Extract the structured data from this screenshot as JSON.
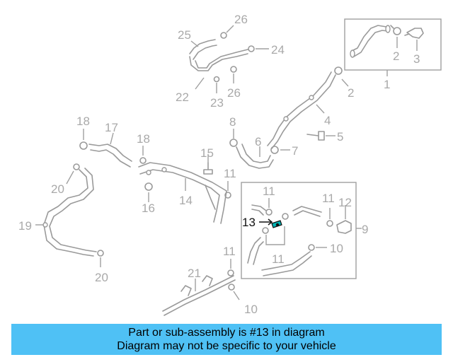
{
  "highlighted_part": "13",
  "callouts": [
    {
      "id": "c1",
      "text": "1"
    },
    {
      "id": "c2a",
      "text": "2"
    },
    {
      "id": "c2b",
      "text": "2"
    },
    {
      "id": "c3",
      "text": "3"
    },
    {
      "id": "c4",
      "text": "4"
    },
    {
      "id": "c5",
      "text": "5"
    },
    {
      "id": "c6",
      "text": "6"
    },
    {
      "id": "c7",
      "text": "7"
    },
    {
      "id": "c8",
      "text": "8"
    },
    {
      "id": "c9",
      "text": "9"
    },
    {
      "id": "c10a",
      "text": "10"
    },
    {
      "id": "c10b",
      "text": "10"
    },
    {
      "id": "c11a",
      "text": "11"
    },
    {
      "id": "c11b",
      "text": "11"
    },
    {
      "id": "c11c",
      "text": "11"
    },
    {
      "id": "c11d",
      "text": "11"
    },
    {
      "id": "c11e",
      "text": "11"
    },
    {
      "id": "c12",
      "text": "12"
    },
    {
      "id": "c13",
      "text": "13"
    },
    {
      "id": "c14",
      "text": "14"
    },
    {
      "id": "c15",
      "text": "15"
    },
    {
      "id": "c16",
      "text": "16"
    },
    {
      "id": "c17",
      "text": "17"
    },
    {
      "id": "c18a",
      "text": "18"
    },
    {
      "id": "c18b",
      "text": "18"
    },
    {
      "id": "c19",
      "text": "19"
    },
    {
      "id": "c20a",
      "text": "20"
    },
    {
      "id": "c20b",
      "text": "20"
    },
    {
      "id": "c21",
      "text": "21"
    },
    {
      "id": "c22",
      "text": "22"
    },
    {
      "id": "c23",
      "text": "23"
    },
    {
      "id": "c24",
      "text": "24"
    },
    {
      "id": "c25",
      "text": "25"
    },
    {
      "id": "c26a",
      "text": "26"
    },
    {
      "id": "c26b",
      "text": "26"
    }
  ],
  "banner": {
    "line1": "Part or sub-assembly is #13 in diagram",
    "line2": "Diagram may not be specific to your vehicle"
  },
  "colors": {
    "banner_bg": "#4fc1f5",
    "highlight_part": "#00b3b3",
    "line_art": "#9a9a9a"
  }
}
